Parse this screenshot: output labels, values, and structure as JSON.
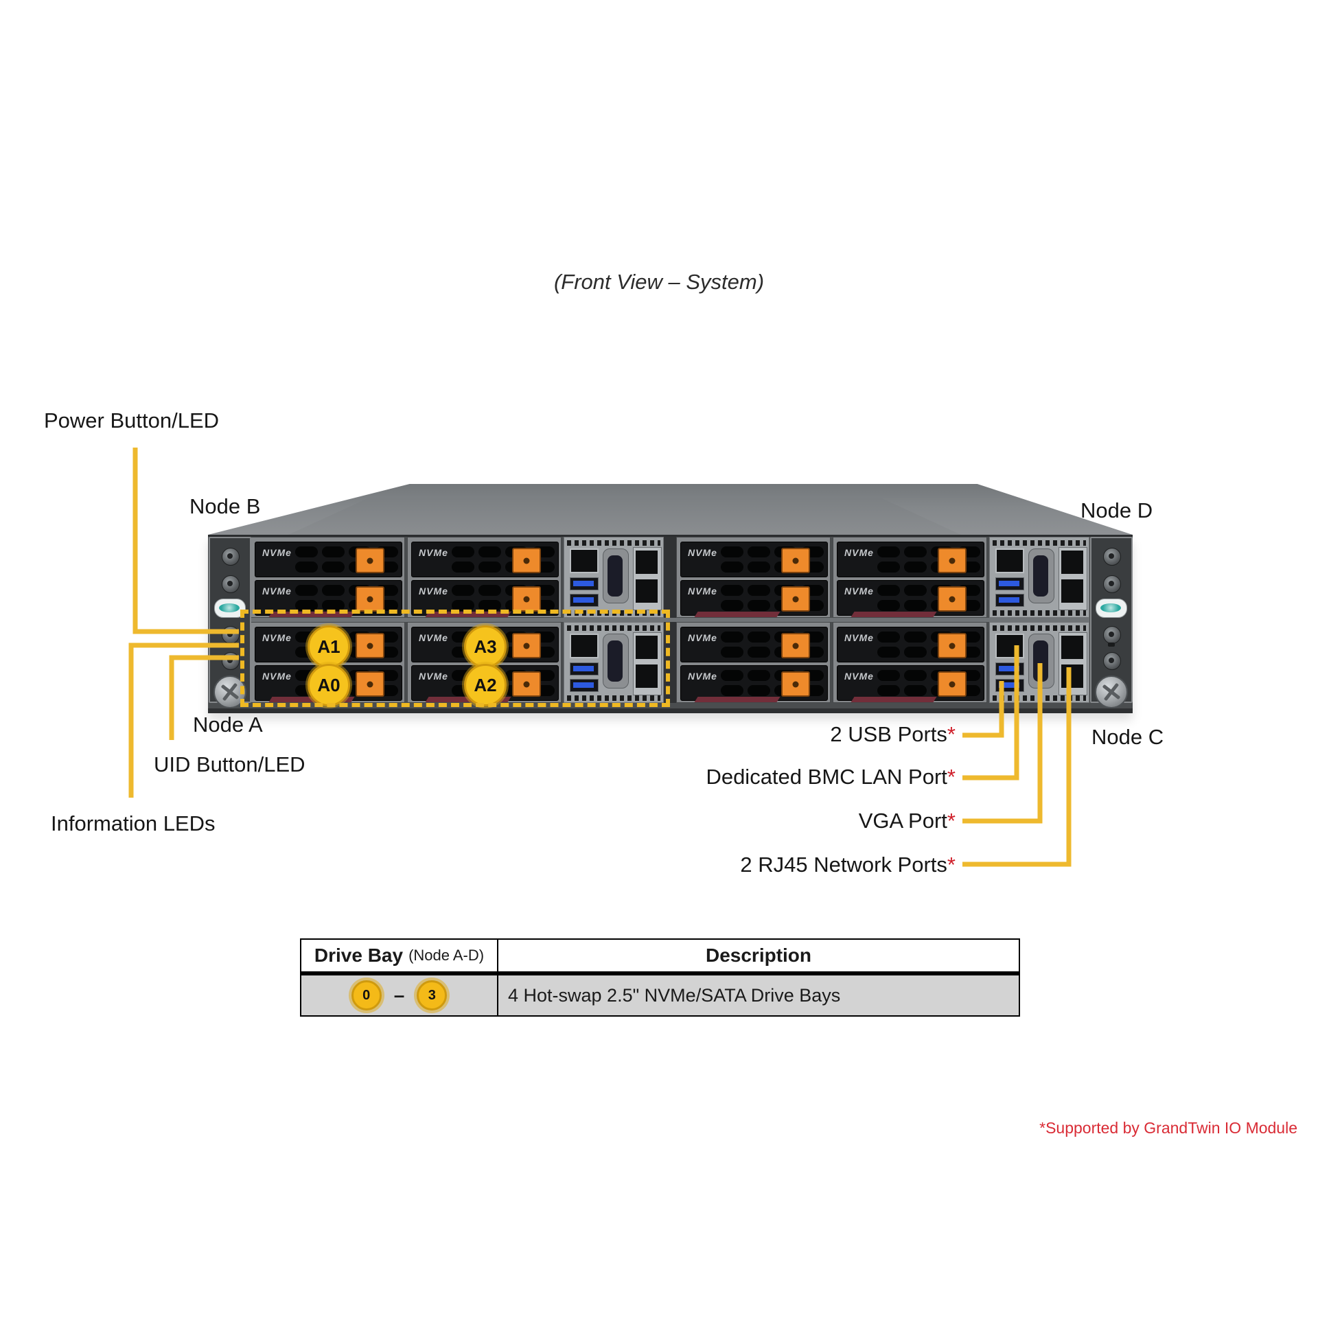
{
  "title": "(Front View – System)",
  "labels": {
    "power": "Power Button/LED",
    "node_b": "Node B",
    "node_d": "Node D",
    "node_a": "Node A",
    "uid": "UID Button/LED",
    "info": "Information LEDs",
    "node_c": "Node C",
    "usb": "2 USB Ports",
    "bmc": "Dedicated BMC LAN Port",
    "vga": "VGA Port",
    "rj45": "2 RJ45 Network Ports",
    "asterisk": "*"
  },
  "drive_badge": "NVMe",
  "drive_bay_labels": [
    "A1",
    "A0",
    "A3",
    "A2"
  ],
  "table": {
    "header": {
      "col1_main": "Drive Bay",
      "col1_sub": "(Node A-D)",
      "col2": "Description"
    },
    "row": {
      "bay_start": "0",
      "bay_dash": "–",
      "bay_end": "3",
      "description": "4 Hot-swap 2.5\" NVMe/SATA Drive Bays"
    }
  },
  "footnote": "*Supported by GrandTwin IO Module",
  "colors": {
    "callout_yellow": "#eeb92e",
    "badge_yellow": "#f6c31d",
    "latch_orange": "#ee8a2b",
    "accent_red": "#cf1f2a",
    "table_row_gray": "#d3d3d3"
  }
}
